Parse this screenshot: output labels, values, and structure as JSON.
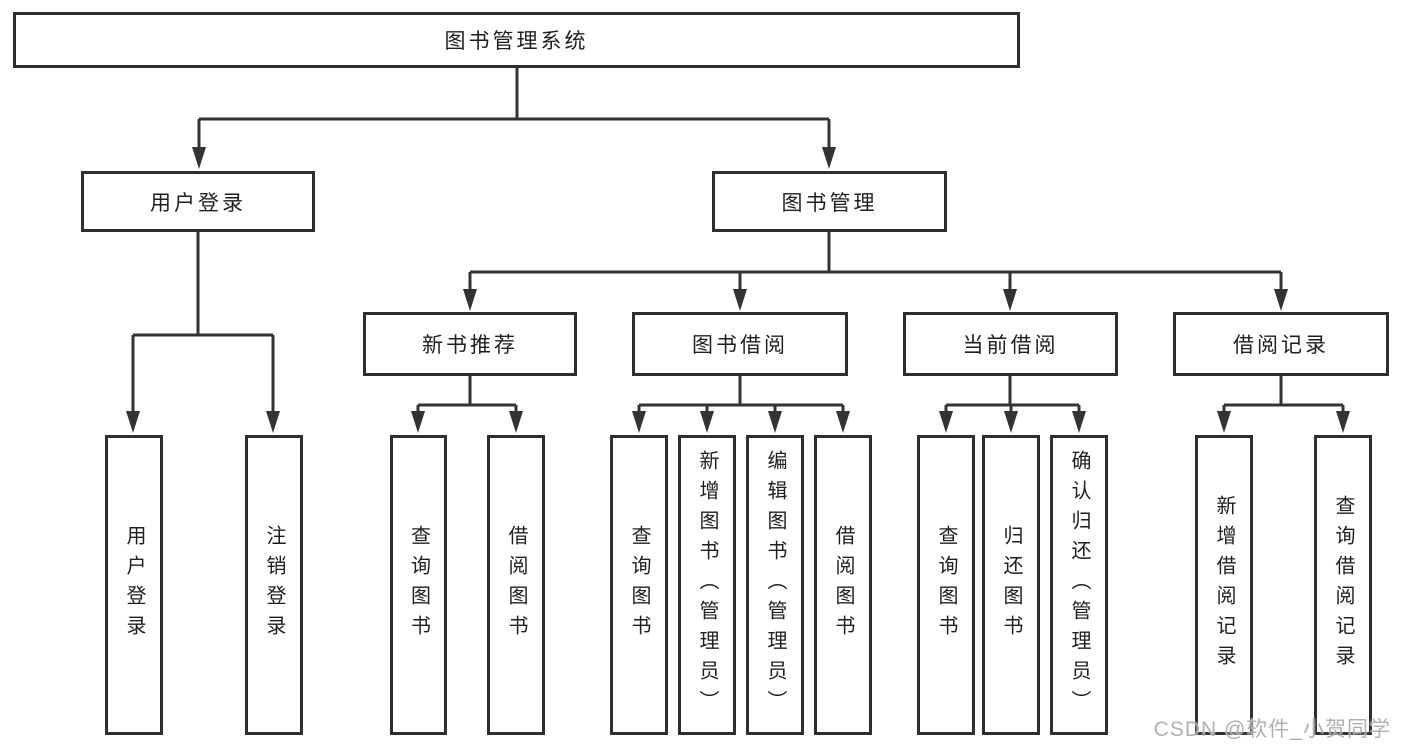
{
  "tree": {
    "root": "图书管理系统",
    "children": [
      {
        "label": "用户登录",
        "children": [
          "用户登录",
          "注销登录"
        ]
      },
      {
        "label": "图书管理",
        "children": [
          {
            "label": "新书推荐",
            "children": [
              "查询图书",
              "借阅图书"
            ]
          },
          {
            "label": "图书借阅",
            "children": [
              "查询图书",
              "新增图书（管理员）",
              "编辑图书（管理员）",
              "借阅图书"
            ]
          },
          {
            "label": "当前借阅",
            "children": [
              "查询图书",
              "归还图书",
              "确认归还（管理员）"
            ]
          },
          {
            "label": "借阅记录",
            "children": [
              "新增借阅记录",
              "查询借阅记录"
            ]
          }
        ]
      }
    ]
  },
  "watermark": {
    "text": "CSDN @软件_小贺同学"
  },
  "colors": {
    "line": "#333333",
    "box_border": "#2e2e2e",
    "box_fill": "#ffffff",
    "text": "#1f1f1f",
    "watermark": "#a5a5a5",
    "background": "#ffffff"
  }
}
